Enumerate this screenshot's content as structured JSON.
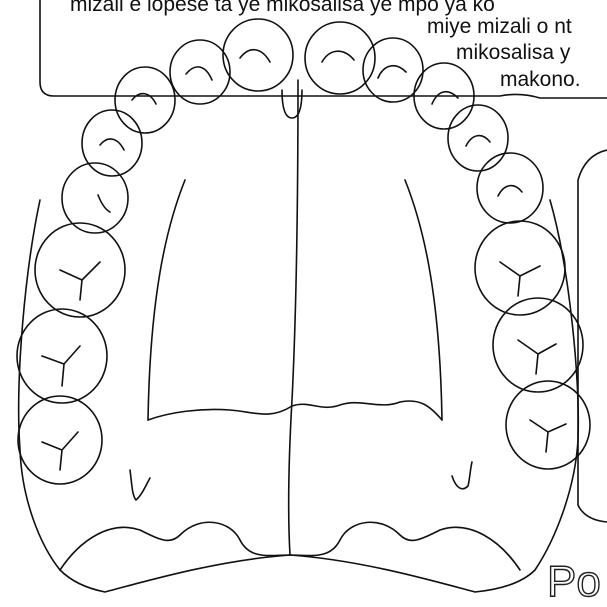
{
  "callout_top": {
    "line1": "mizali e lopese ta ye mikosalisa ye mpo ya ko",
    "line2": "miye mizali o nt",
    "line3": "mikosalisa y",
    "line4": "makono."
  },
  "bottom_word": "Po",
  "colors": {
    "ink": "#111111",
    "background": "#ffffff"
  }
}
